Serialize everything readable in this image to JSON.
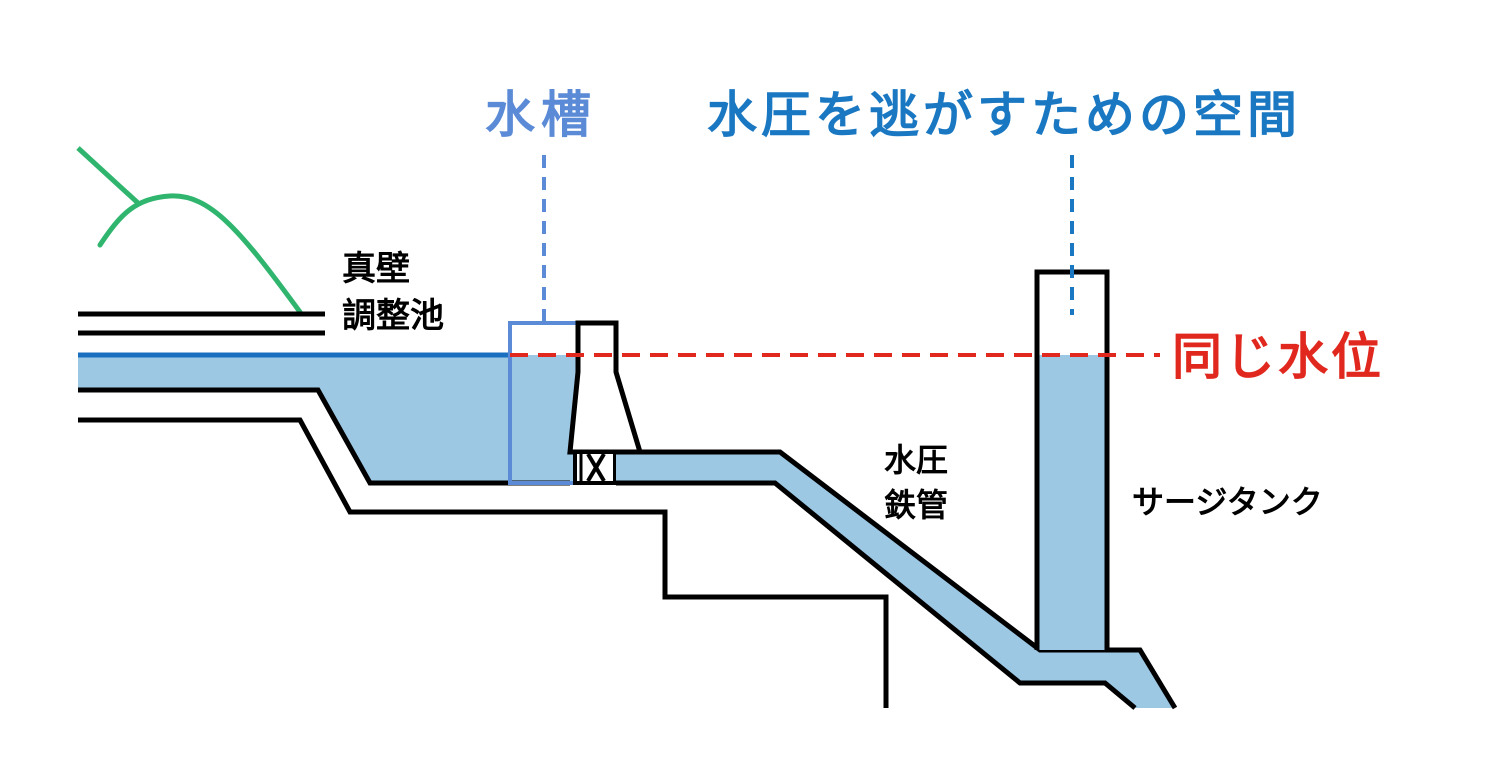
{
  "labels": {
    "suisou": "水槽",
    "pressure_space": "水圧を逃がすための空間",
    "same_level": "同じ水位",
    "reservoir_line1": "真壁",
    "reservoir_line2": "調整池",
    "penstock_line1": "水圧",
    "penstock_line2": "鉄管",
    "surge_tank": "サージタンク"
  },
  "colors": {
    "water": "#9cc8e4",
    "water_surface": "#1a6fbf",
    "outline": "#000000",
    "tank_callout": "#5b8bd6",
    "pressure_callout": "#1a78c2",
    "level_line": "#e0281e",
    "hill": "#2fb56e"
  }
}
